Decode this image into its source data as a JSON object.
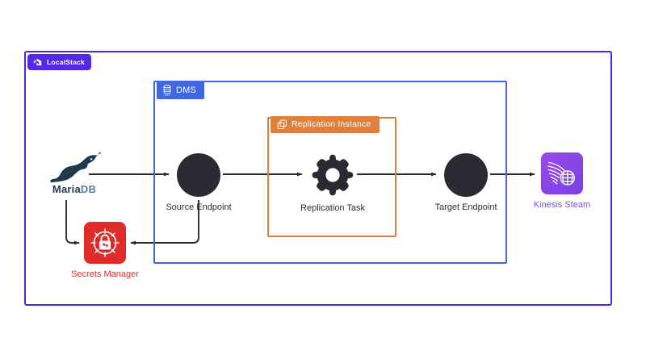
{
  "diagram": {
    "title": "LocalStack DMS replication architecture",
    "background": "#ffffff"
  },
  "containers": [
    {
      "id": "localstack",
      "label": "LocalStack",
      "icon": "localstack-logo-icon",
      "border_color": "#4b28d4",
      "badge_color": "#5528e8"
    },
    {
      "id": "dms",
      "label": "DMS",
      "icon": "database-icon",
      "border_color": "#4066e0",
      "badge_color": "#4066e0"
    },
    {
      "id": "replication_instance",
      "label": "Replication Instance",
      "icon": "copy-layers-icon",
      "border_color": "#e0813b",
      "badge_color": "#e0813b"
    }
  ],
  "nodes": [
    {
      "id": "mariadb",
      "label": "MariaDB",
      "label_part_1": "Maria",
      "label_part_2": "DB",
      "icon": "mariadb-seal-logo-icon",
      "color": "#1f3a4d",
      "accent_color": "#5b7f96"
    },
    {
      "id": "source_endpoint",
      "label": "Source Endpoint",
      "icon": "filled-circle-icon",
      "color": "#2a2a33"
    },
    {
      "id": "replication_task",
      "label": "Replication Task",
      "icon": "gear-icon",
      "color": "#2a2a33"
    },
    {
      "id": "target_endpoint",
      "label": "Target Endpoint",
      "icon": "filled-circle-icon",
      "color": "#2a2a33"
    },
    {
      "id": "kinesis_stream",
      "label": "Kinesis Steam",
      "icon": "kinesis-stream-icon",
      "color": "#7b4fe0",
      "tile_color": "#8a45e6"
    },
    {
      "id": "secrets_manager",
      "label": "Secrets Manager",
      "icon": "padlock-crosshair-icon",
      "color": "#e02b2b",
      "tile_color": "#e02b2b"
    }
  ],
  "connections": [
    {
      "id": "mariadb-to-source",
      "from": "mariadb",
      "to": "source_endpoint",
      "style": "arrow"
    },
    {
      "id": "source-to-task",
      "from": "source_endpoint",
      "to": "replication_task",
      "style": "arrow"
    },
    {
      "id": "task-to-target",
      "from": "replication_task",
      "to": "target_endpoint",
      "style": "arrow"
    },
    {
      "id": "target-to-kinesis",
      "from": "target_endpoint",
      "to": "kinesis_stream",
      "style": "arrow"
    },
    {
      "id": "mariadb-to-secrets",
      "from": "mariadb",
      "to": "secrets_manager",
      "style": "elbow-arrow"
    },
    {
      "id": "source-to-secrets",
      "from": "source_endpoint",
      "to": "secrets_manager",
      "style": "elbow-arrow"
    }
  ],
  "colors": {
    "arrow": "#2a2a33",
    "localstack_purple": "#5528e8",
    "dms_blue": "#4066e0",
    "replication_orange": "#e0813b",
    "secrets_red": "#e02b2b",
    "kinesis_purple": "#8a45e6",
    "node_dark": "#2a2a33"
  }
}
